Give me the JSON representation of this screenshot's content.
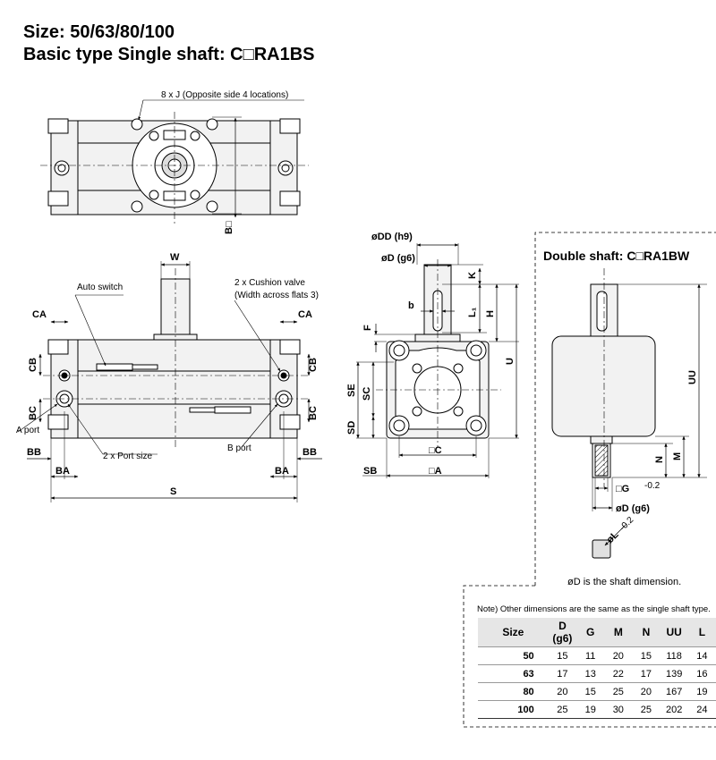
{
  "header": {
    "title_line1": "Size: 50/63/80/100",
    "title_line2": "Basic type Single shaft: C□RA1BS"
  },
  "top_view": {
    "hole_callout": "8 x J (Opposite side 4 locations)",
    "b_dim": "B□"
  },
  "front_view": {
    "w": "W",
    "auto_switch": "Auto switch",
    "cushion_valve_1": "2 x Cushion valve",
    "cushion_valve_2": "(Width across flats 3)",
    "ca_left": "CA",
    "ca_right": "CA",
    "cb_left": "CB",
    "cb_right": "CB",
    "bc_left": "BC",
    "bc_right": "BC",
    "a_port": "A port",
    "b_port": "B port",
    "port_size": "2 x Port size",
    "bb_left": "BB",
    "bb_right": "BB",
    "ba_left": "BA",
    "ba_right": "BA",
    "s": "S"
  },
  "side_view": {
    "dd": "øDD (h9)",
    "d": "øD (g6)",
    "k": "K",
    "b": "b",
    "l1": "L₁",
    "h": "H",
    "f": "F",
    "u": "U",
    "se": "SE",
    "sc": "SC",
    "sd": "SD",
    "c": "□C",
    "a": "□A",
    "sb": "SB"
  },
  "double_shaft": {
    "title": "Double shaft: C□RA1BW",
    "uu": "UU",
    "n": "N",
    "m": "M",
    "g": "□G",
    "g_tol": "-0.2",
    "d": "øD (g6)",
    "l": "øL",
    "l_tol": "-0.2",
    "shaft_note": "øD is the shaft dimension.",
    "note": "Note) Other dimensions are the same as the single shaft type.",
    "table": {
      "headers": [
        "Size",
        "D (g6)",
        "G",
        "M",
        "N",
        "UU",
        "L"
      ],
      "rows": [
        [
          "50",
          "15",
          "11",
          "20",
          "15",
          "118",
          "14"
        ],
        [
          "63",
          "17",
          "13",
          "22",
          "17",
          "139",
          "16"
        ],
        [
          "80",
          "20",
          "15",
          "25",
          "20",
          "167",
          "19"
        ],
        [
          "100",
          "25",
          "19",
          "30",
          "25",
          "202",
          "24"
        ]
      ]
    }
  }
}
